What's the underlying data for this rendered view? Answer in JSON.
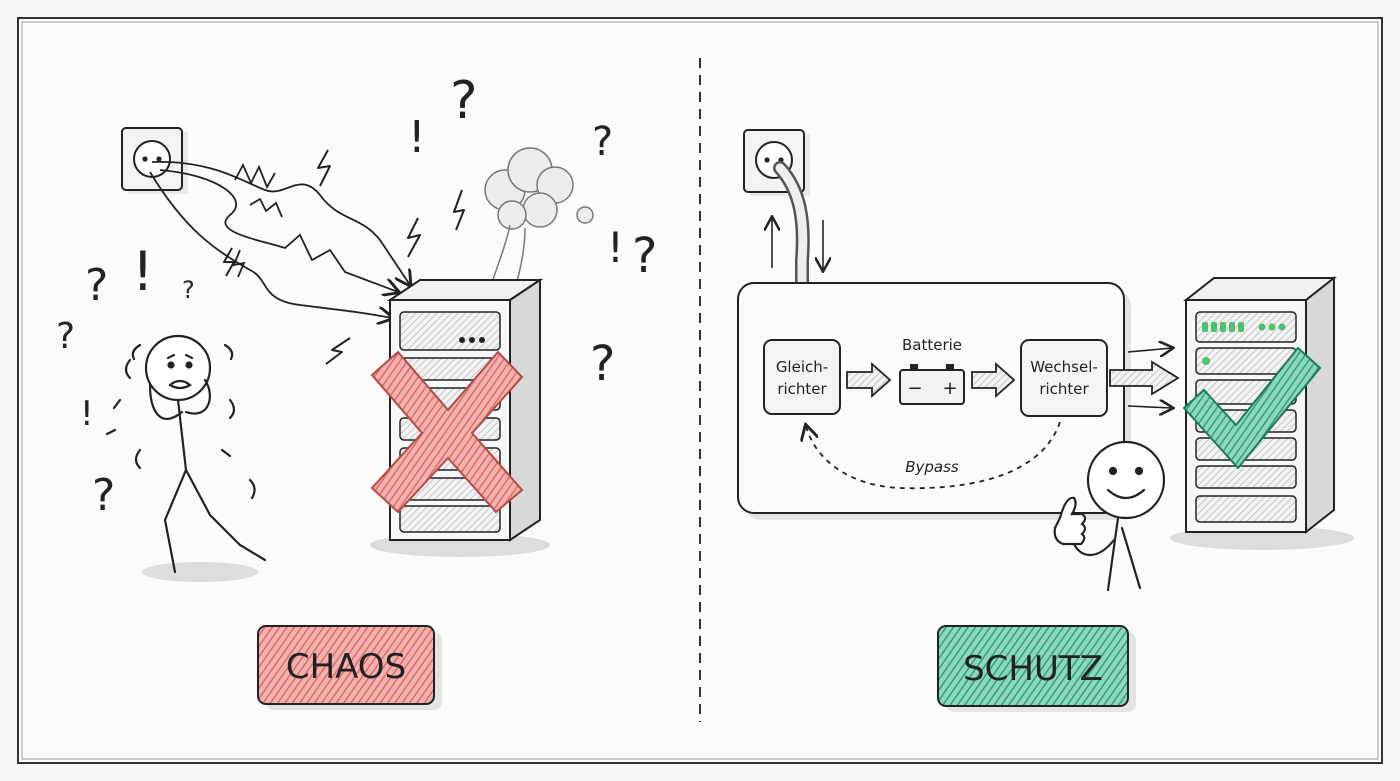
{
  "left_panel": {
    "badge_label": "CHAOS",
    "badge_color": "#e06a6a",
    "marks": [
      "?",
      "!",
      "?",
      "?",
      "!",
      "?",
      "!",
      "?",
      "?",
      "?",
      "!",
      "?"
    ]
  },
  "right_panel": {
    "badge_label": "SCHUTZ",
    "badge_color": "#2aa37f",
    "rectifier_label_1": "Gleich-",
    "rectifier_label_2": "richter",
    "battery_label": "Batterie",
    "battery_minus": "−",
    "battery_plus": "+",
    "inverter_label_1": "Wechsel-",
    "inverter_label_2": "richter",
    "bypass_label": "Bypass"
  },
  "colors": {
    "ink": "#222222",
    "red": "#e06a6a",
    "green": "#2aa37f",
    "led_green": "#4cc26a",
    "paper": "#f7f7f5"
  },
  "icons": {
    "left_outlet": "power-outlet-icon",
    "right_outlet": "power-outlet-icon",
    "left_server": "server-icon",
    "right_server": "server-icon",
    "failure": "x-mark-icon",
    "success": "checkmark-icon",
    "smoke": "smoke-cloud-icon",
    "lightning": "lightning-icon"
  }
}
